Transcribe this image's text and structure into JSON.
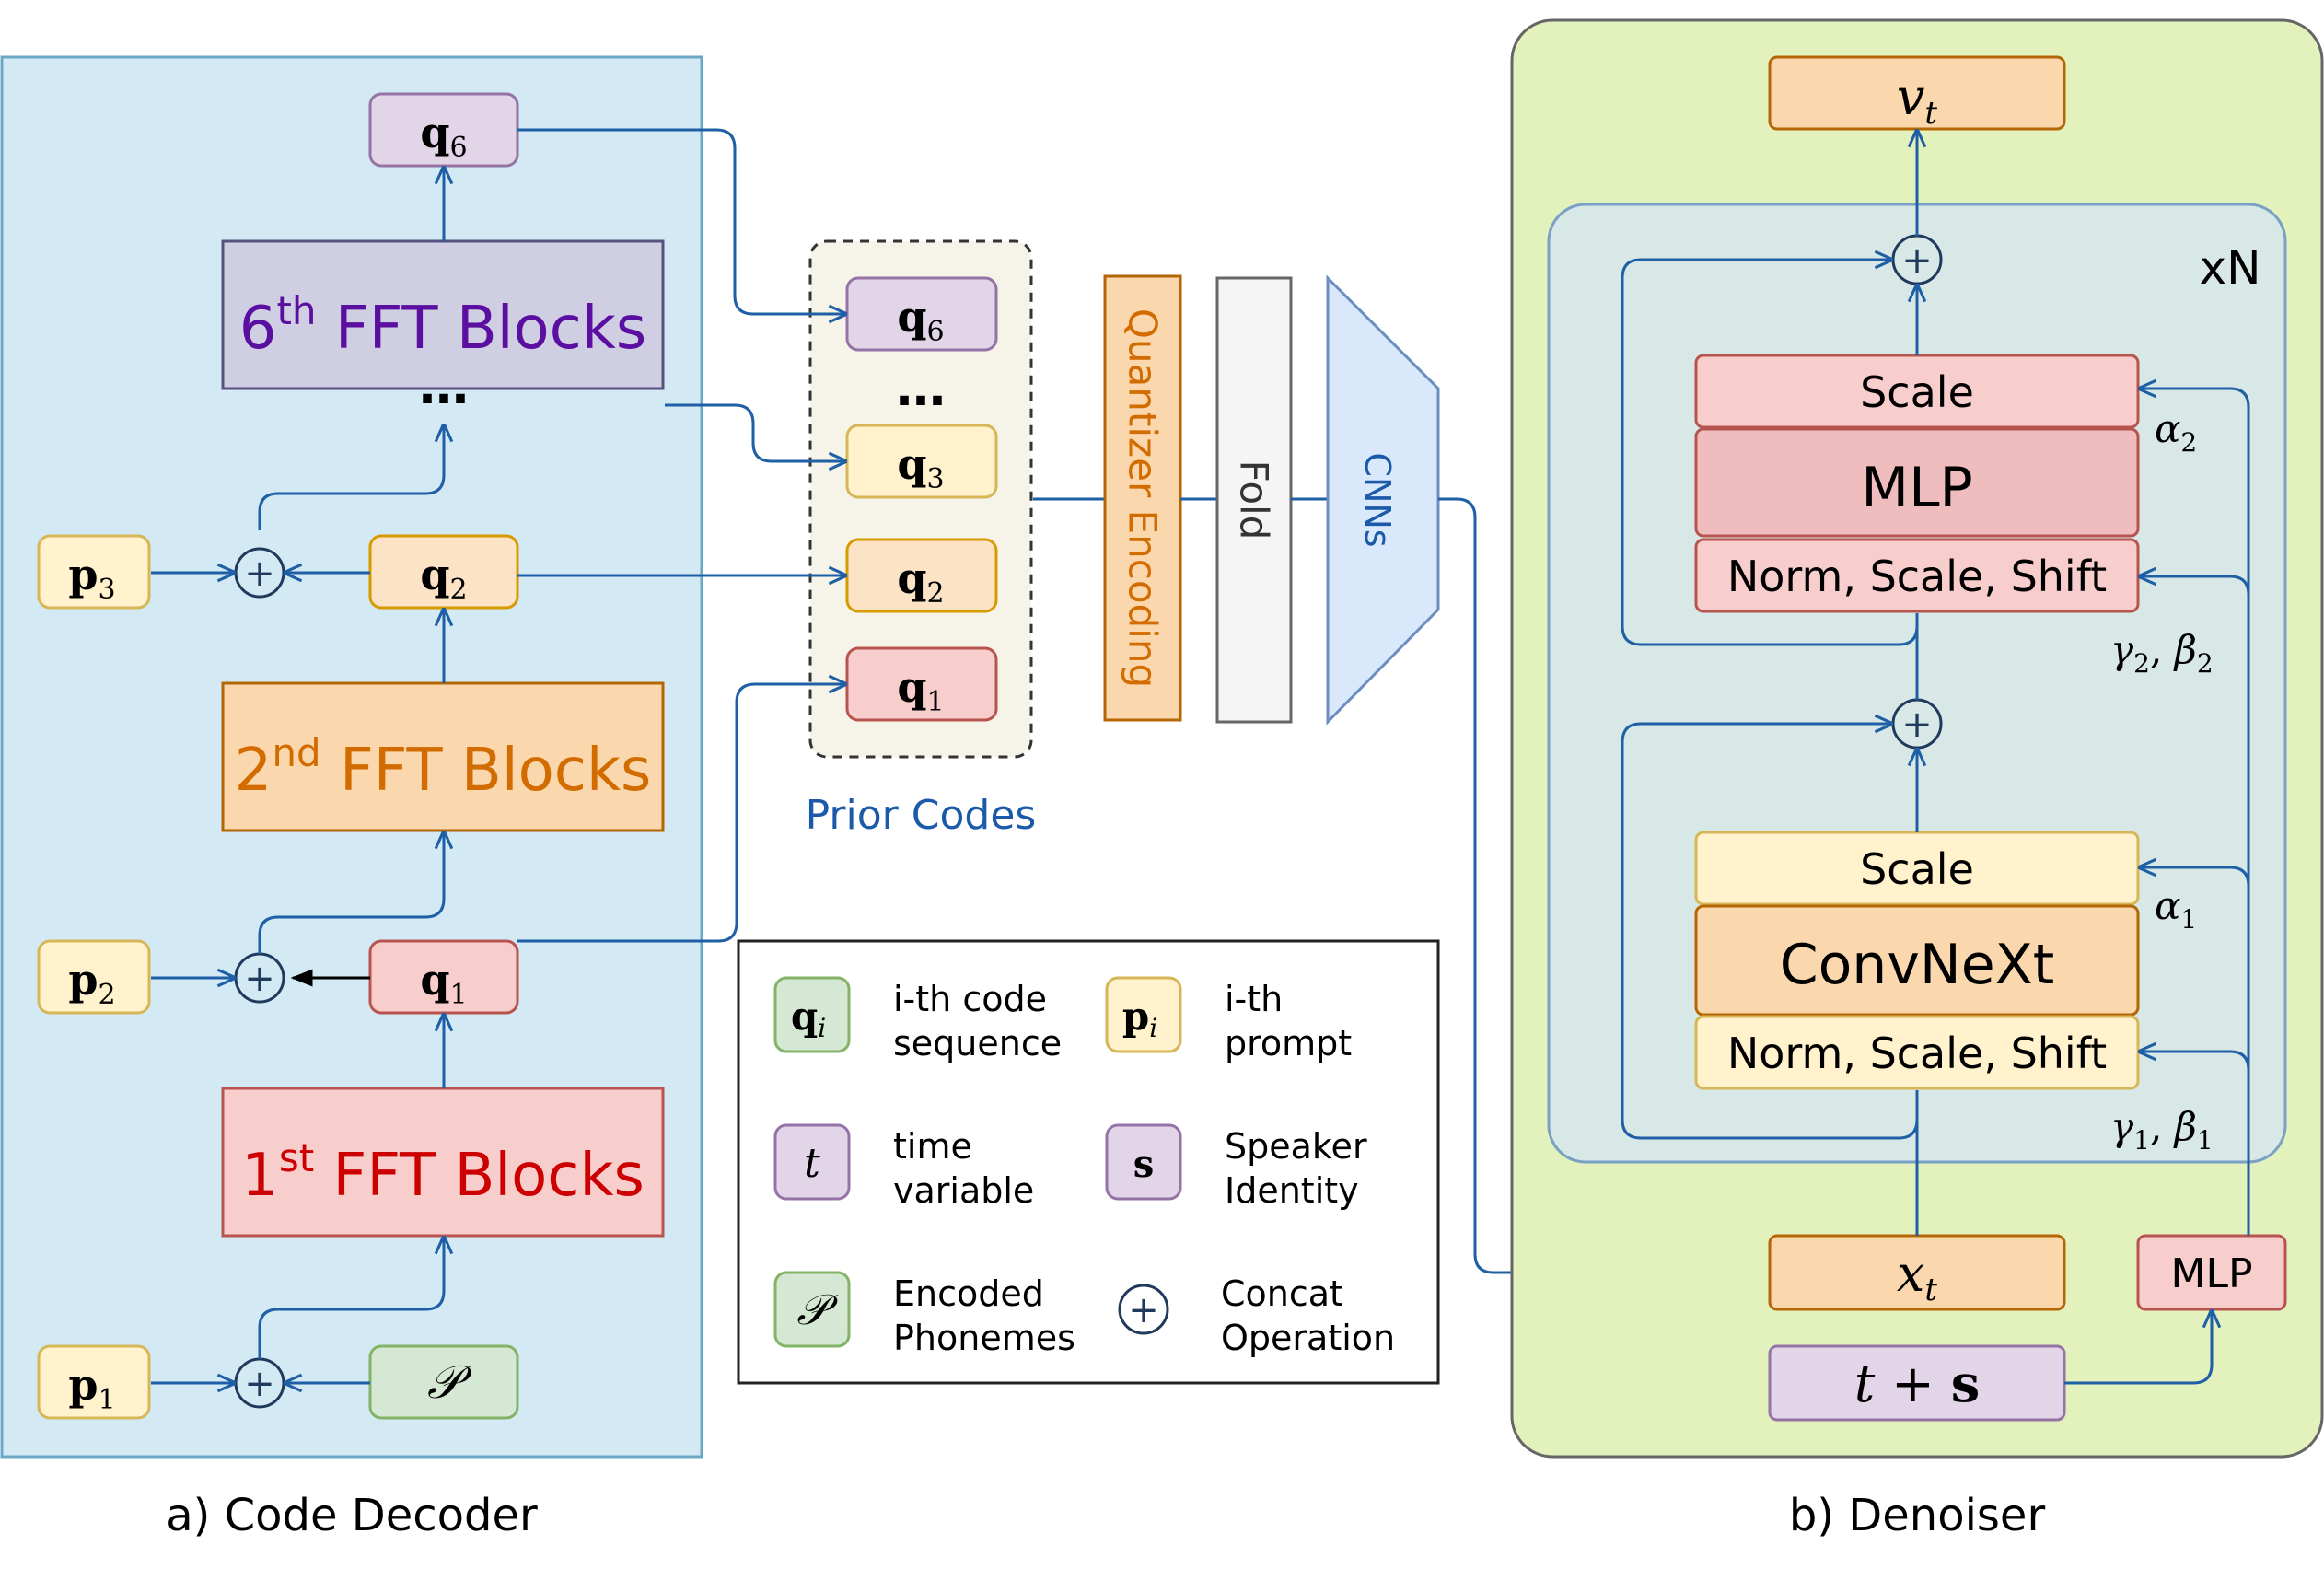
{
  "code_decoder": {
    "caption": "a) Code Decoder",
    "blocks": {
      "b6": {
        "pre": "6",
        "sup": "th",
        "post": " FFT Blocks"
      },
      "b2": {
        "pre": "2",
        "sup": "nd",
        "post": " FFT Blocks"
      },
      "b1": {
        "pre": "1",
        "sup": "st",
        "post": " FFT Blocks"
      }
    },
    "ellipsis": "…",
    "q6": {
      "base": "q",
      "sub": "6"
    },
    "q2": {
      "base": "q",
      "sub": "2"
    },
    "q1": {
      "base": "q",
      "sub": "1"
    },
    "p3": {
      "base": "p",
      "sub": "3"
    },
    "p2": {
      "base": "p",
      "sub": "2"
    },
    "p1": {
      "base": "p",
      "sub": "1"
    },
    "phonemes": "𝒫",
    "concat_symbol": "+"
  },
  "prior_codes": {
    "label": "Prior Codes",
    "ellipsis": "…",
    "items": [
      {
        "base": "q",
        "sub": "6"
      },
      {
        "base": "q",
        "sub": "3"
      },
      {
        "base": "q",
        "sub": "2"
      },
      {
        "base": "q",
        "sub": "1"
      }
    ]
  },
  "pipeline": {
    "quantizer": "Quantizer Encoding",
    "fold": "Fold",
    "cnns": "CNNs"
  },
  "legend": {
    "items": [
      {
        "sym_base": "q",
        "sym_sub": "i",
        "line1": "i-th code",
        "line2": "sequence"
      },
      {
        "sym_base": "p",
        "sym_sub": "i",
        "line1": "i-th",
        "line2": "prompt"
      },
      {
        "sym": "t",
        "line1": "time",
        "line2": "variable"
      },
      {
        "sym": "s",
        "line1": "Speaker",
        "line2": "Identity"
      },
      {
        "sym": "𝒫",
        "line1": "Encoded",
        "line2": "Phonemes"
      },
      {
        "sym": "+",
        "line1": "Concat",
        "line2": "Operation"
      }
    ]
  },
  "denoiser": {
    "caption": "b) Denoiser",
    "repeat": "xN",
    "vt": {
      "base": "v",
      "sub": "t"
    },
    "xt": {
      "base": "x",
      "sub": "t"
    },
    "ts": {
      "t": "t",
      "plus": " + ",
      "s": "s"
    },
    "scale_top": "Scale",
    "mlp_main": "MLP",
    "norm_top": "Norm, Scale, Shift",
    "scale_bottom": "Scale",
    "convnext": "ConvNeXt",
    "norm_bottom": "Norm, Scale, Shift",
    "mlp_small": "MLP",
    "alpha2": {
      "base": "α",
      "sub": "2"
    },
    "alpha1": {
      "base": "α",
      "sub": "1"
    },
    "gb2": {
      "g": "γ",
      "gsub": "2",
      "sep": ", ",
      "b": "β",
      "bsub": "2"
    },
    "gb1": {
      "g": "γ",
      "gsub": "1",
      "sep": ", ",
      "b": "β",
      "bsub": "1"
    },
    "concat_symbol": "+"
  },
  "colors": {
    "decoder_bg": "#d3eaf5",
    "denoiser_bg": "#e3f2bd",
    "arrow": "#1f5fa6",
    "purple_fill": "#e1d5e7",
    "purple_text": "#5a0fa0",
    "orange_fill": "#fad7ac",
    "orange_text": "#d26b00",
    "red_fill": "#f8cecc",
    "red_text": "#cc0000",
    "yellow_fill": "#fff2cc",
    "green_fill": "#d5e8d4",
    "caption_blue": "#1a5aa8"
  }
}
